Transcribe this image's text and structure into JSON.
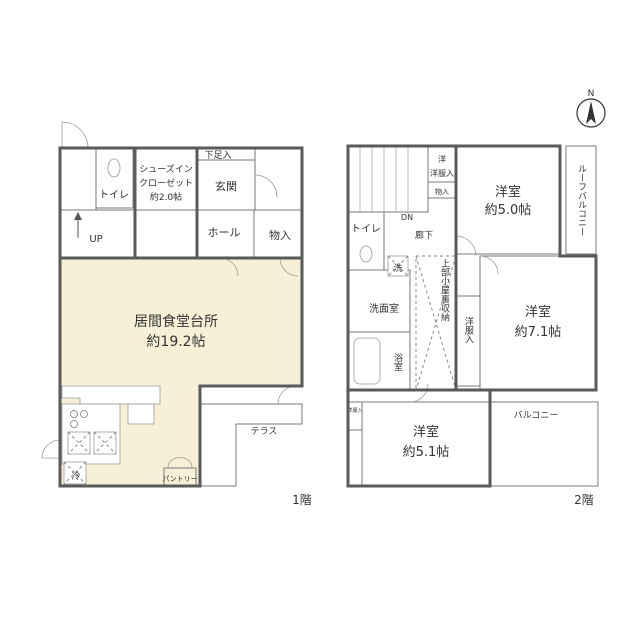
{
  "colors": {
    "room_beige": "#f7f0d6",
    "storage_brown": "#c9a87c",
    "wet_blue": "#dde9f3",
    "wall": "#5a5a5a",
    "terrace": "#ffffff"
  },
  "north_symbol": "N",
  "floor1": {
    "floor_label": "1階",
    "toilet": "トイレ",
    "closet_line1": "シューズイン",
    "closet_line2": "クローゼット",
    "closet_line3": "約2.0帖",
    "shoe_storage": "下足入",
    "entrance": "玄関",
    "hall": "ホール",
    "storage": "物入",
    "up": "UP",
    "ldk_name": "居間食堂台所",
    "ldk_size": "約19.2帖",
    "terrace": "テラス",
    "pantry": "パントリー",
    "fridge": "冷"
  },
  "floor2": {
    "floor_label": "2階",
    "roof_balcony": "ルーフバルコニー",
    "western_closet": "洋服入",
    "storage_small": "物入",
    "dn": "DN",
    "corridor": "廊下",
    "toilet": "トイレ",
    "washer": "洗",
    "washroom": "洗面室",
    "bath": "浴室",
    "attic": "上部小屋裏収納",
    "room_a_name": "洋室",
    "room_a_size": "約5.0帖",
    "room_b_name": "洋室",
    "room_b_size": "約7.1帖",
    "closet_b": "洋服入",
    "room_c_name": "洋室",
    "room_c_size": "約5.1帖",
    "closet_c": "洋服入",
    "balcony": "バルコニー"
  }
}
